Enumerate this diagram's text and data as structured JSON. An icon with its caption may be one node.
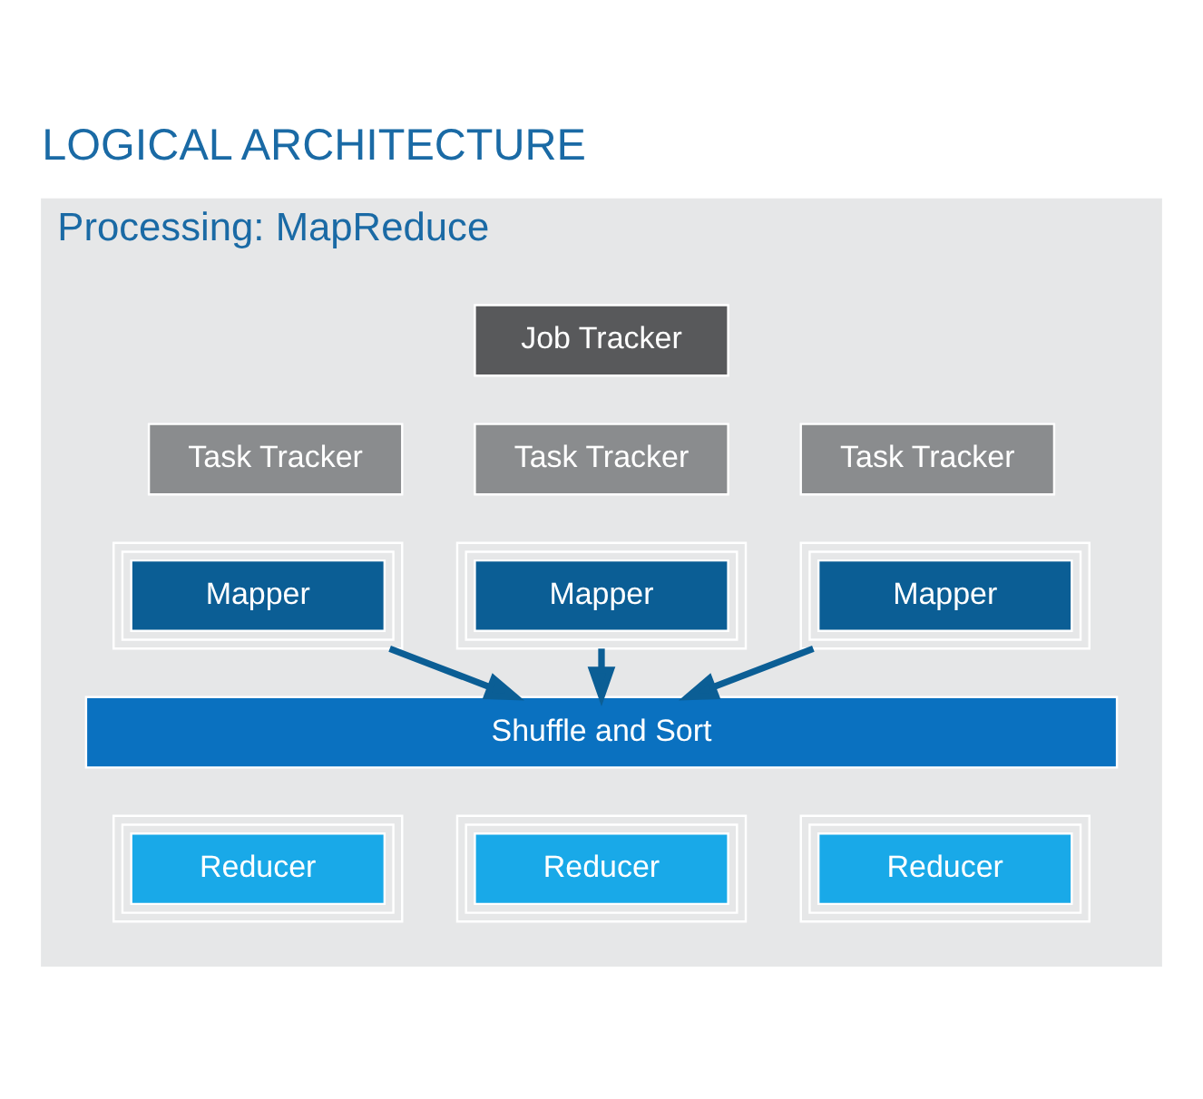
{
  "diagram": {
    "title": "LOGICAL ARCHITECTURE",
    "nodes": [
      {
        "text": [
          "Processing: MapReduce"
        ]
      },
      {
        "text": [
          "Job Tracker"
        ],
        "in": 0
      },
      {
        "text": [
          "Task Tracker"
        ],
        "in": 0
      },
      {
        "text": [
          "Task Tracker"
        ],
        "in": 0
      },
      {
        "text": [
          "Task Tracker"
        ],
        "in": 0
      },
      {
        "text": [
          "Mapper"
        ],
        "in": 0
      },
      {
        "text": [
          "Mapper"
        ],
        "in": 0
      },
      {
        "text": [
          "Mapper"
        ],
        "in": 0
      },
      {
        "text": [
          "Shuffle and Sort"
        ],
        "in": 0
      },
      {
        "text": [
          "Reducer"
        ],
        "in": 0
      },
      {
        "text": [
          "Reducer"
        ],
        "in": 0
      },
      {
        "text": [
          "Reducer"
        ],
        "in": 0
      }
    ],
    "edges": [
      {
        "from": 5,
        "to": 8,
        "arrow": "to"
      },
      {
        "from": 6,
        "to": 8,
        "arrow": "to"
      },
      {
        "from": 7,
        "to": 8,
        "arrow": "to"
      }
    ]
  }
}
